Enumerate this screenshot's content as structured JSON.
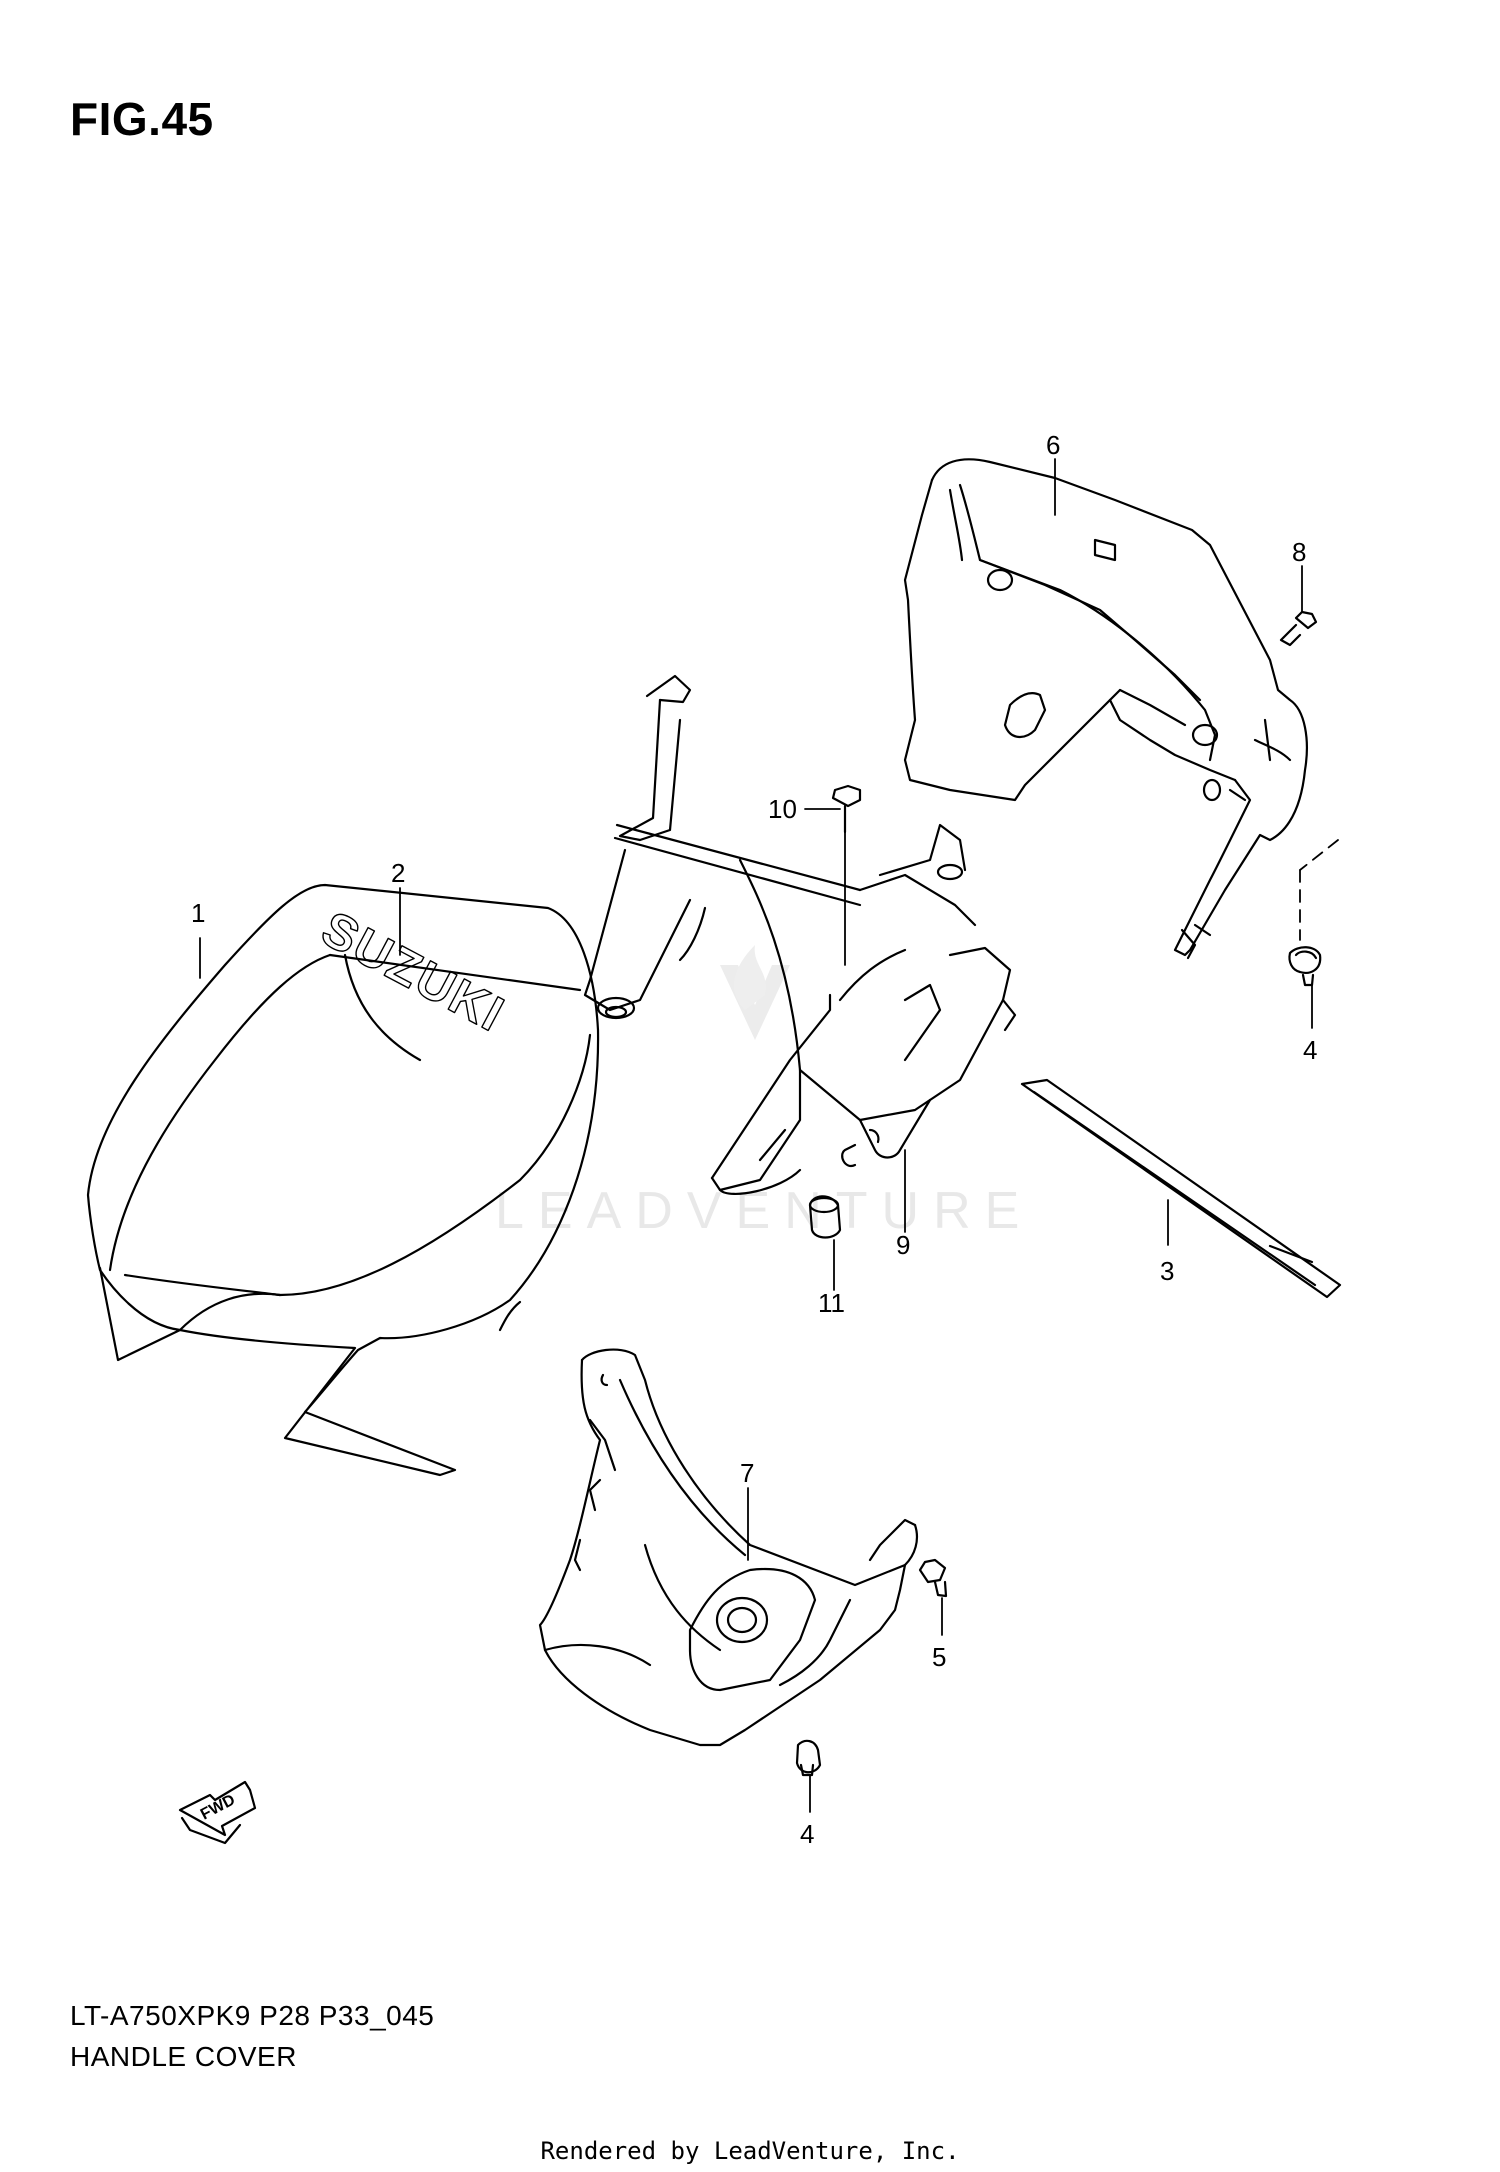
{
  "figure": {
    "title": "FIG.45"
  },
  "parts": [
    {
      "callout": "1"
    },
    {
      "callout": "2"
    },
    {
      "callout": "3"
    },
    {
      "callout": "4"
    },
    {
      "callout": "4"
    },
    {
      "callout": "5"
    },
    {
      "callout": "6"
    },
    {
      "callout": "7"
    },
    {
      "callout": "8"
    },
    {
      "callout": "9"
    },
    {
      "callout": "10"
    },
    {
      "callout": "11"
    }
  ],
  "cover_logo": "SUZUKI",
  "fwd_arrow": "FWD",
  "watermark": "LEADVENTURE",
  "footer": {
    "model_code": "LT-A750XPK9 P28 P33_045",
    "diagram_name": "HANDLE COVER",
    "rendered_by": "Rendered by LeadVenture, Inc."
  }
}
